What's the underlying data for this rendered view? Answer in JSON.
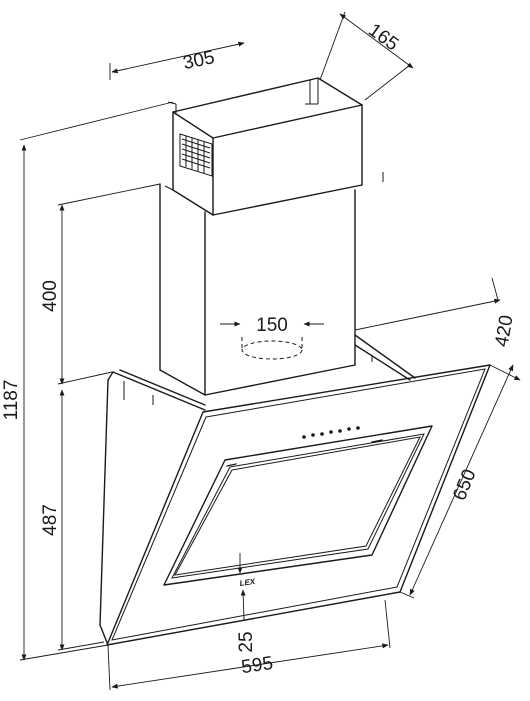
{
  "dimensions": {
    "total_height": "1187",
    "chimney_height": "400",
    "body_height": "487",
    "chimney_width": "305",
    "chimney_depth": "165",
    "outlet_diameter": "150",
    "depth": "420",
    "panel_length": "650",
    "base_offset": "25",
    "width": "595"
  },
  "brand": {
    "logo": "LEX"
  },
  "colors": {
    "line": "#1a1a1a",
    "background": "#ffffff"
  }
}
